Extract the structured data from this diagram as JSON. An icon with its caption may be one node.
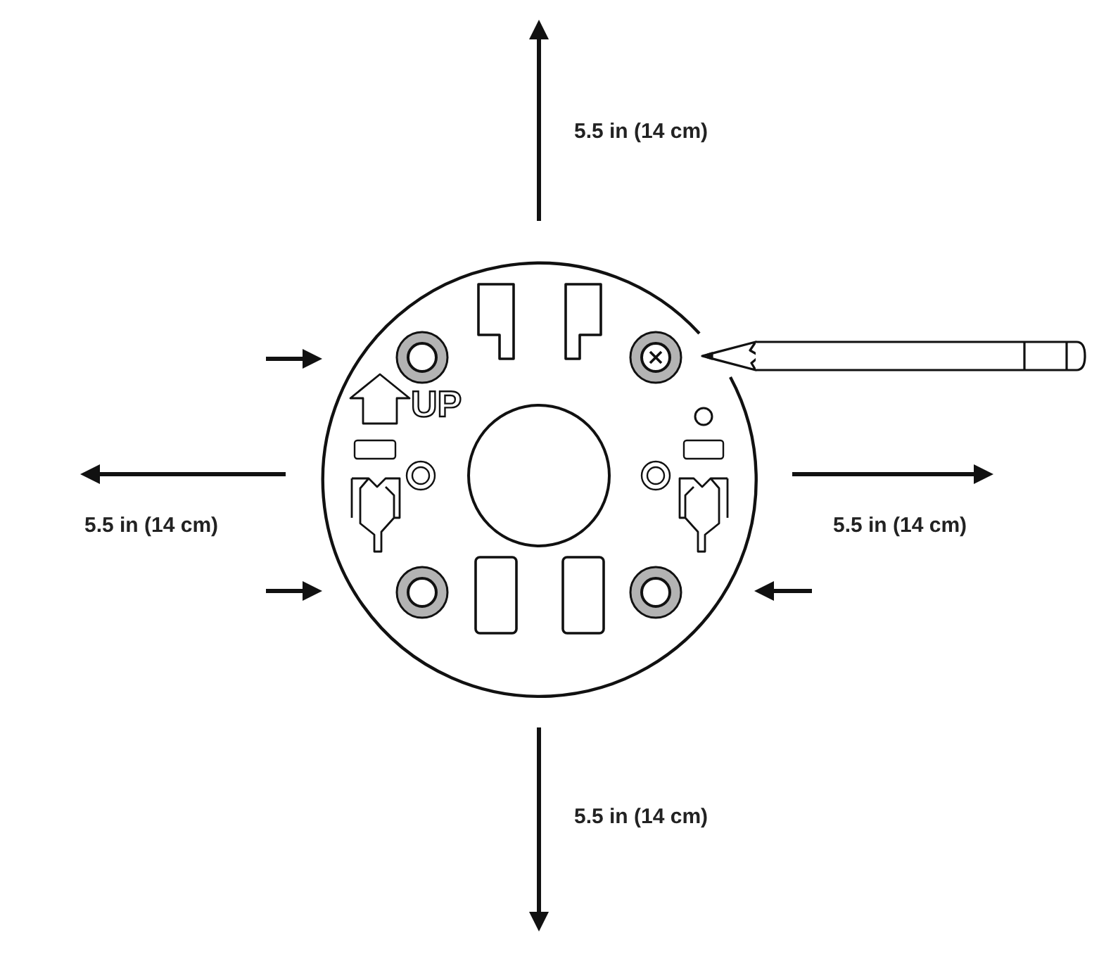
{
  "diagram": {
    "labels": [
      "5.5 in (14 cm)",
      "UP",
      "5.5 in (14 cm)",
      "5.5 in (14 cm)",
      "5.5 in (14 cm)"
    ]
  }
}
